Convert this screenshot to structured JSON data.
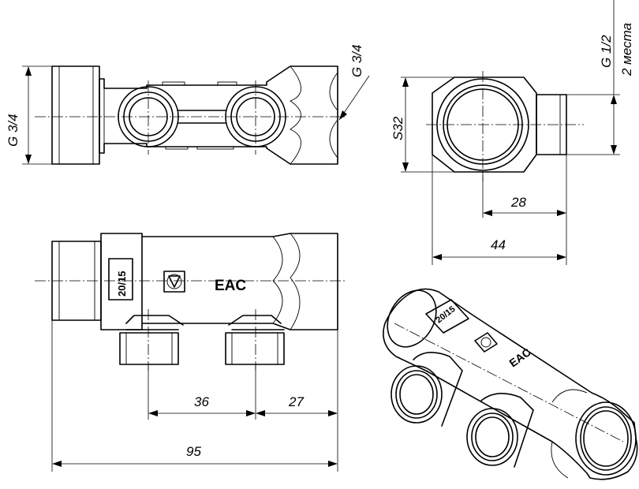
{
  "dimensions": {
    "g34_left": "G 3/4",
    "g34_right": "G 3/4",
    "g12": "G 1/2",
    "places": "2 места",
    "s32": "S32",
    "d28": "28",
    "d44": "44",
    "d36": "36",
    "d27": "27",
    "d95": "95"
  },
  "markings": {
    "size": "20/15",
    "cert": "EAC"
  }
}
